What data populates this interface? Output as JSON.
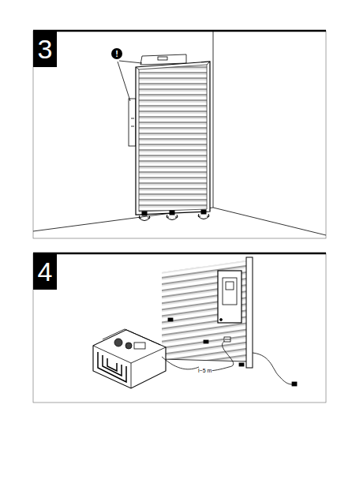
{
  "diagram": {
    "nodes": [
      {
        "text": [
          "3"
        ]
      },
      {
        "text": [
          "!"
        ]
      },
      {
        "text": [
          "4"
        ]
      }
    ],
    "labels": [
      "l~5 m"
    ]
  }
}
